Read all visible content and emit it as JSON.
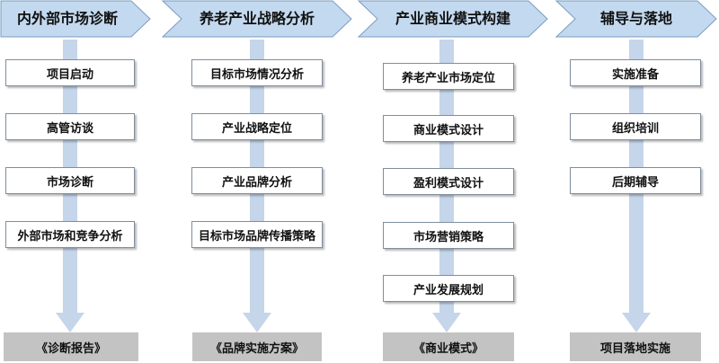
{
  "colors": {
    "header_fill": "#c3d9ef",
    "header_stroke": "#7a9cc0",
    "arrow_fill": "#c5d5ea",
    "box_border": "#7f8e9e",
    "result_fill": "#c3c3c3"
  },
  "stages": [
    {
      "title": "内外部市场诊断",
      "items": [
        "项目启动",
        "高管访谈",
        "市场诊断",
        "外部市场和竞争分析"
      ],
      "result": "《诊断报告》"
    },
    {
      "title": "养老产业战略分析",
      "items": [
        "目标市场情况分析",
        "产业战略定位",
        "产业品牌分析",
        "目标市场品牌传播策略"
      ],
      "result": "《品牌实施方案》"
    },
    {
      "title": "产业商业模式构建",
      "items": [
        "养老产业市场定位",
        "商业模式设计",
        "盈利模式设计",
        "市场营销策略",
        "产业发展规划"
      ],
      "result": "《商业模式》"
    },
    {
      "title": "辅导与落地",
      "items": [
        "实施准备",
        "组织培训",
        "后期辅导"
      ],
      "result": "项目落地实施"
    }
  ]
}
